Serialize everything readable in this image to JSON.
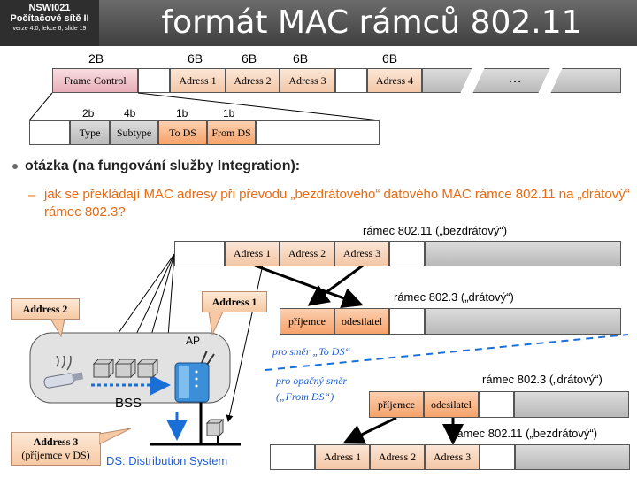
{
  "header": {
    "course_code": "NSWI021",
    "course_name": "Počítačové sítě II",
    "course_version": "verze 4.0, lekce 6, slide 19",
    "title": "formát MAC rámců 802.11"
  },
  "frame_format": {
    "size_labels": [
      "2B",
      "6B",
      "6B",
      "6B",
      "6B"
    ],
    "frame_control": "Frame Control",
    "adress1": "Adress 1",
    "adress2": "Adress 2",
    "adress3": "Adress 3",
    "adress4": "Adress 4",
    "ellipsis": "…"
  },
  "frame_control_fields": {
    "bit_labels": [
      "2b",
      "4b",
      "1b",
      "1b"
    ],
    "type": "Type",
    "subtype": "Subtype",
    "to_ds": "To DS",
    "from_ds": "From DS"
  },
  "question": {
    "bullet": "otázka (na fungování služby Integration):",
    "sub": "jak se překládají MAC adresy při převodu „bezdrátového“ datového MAC rámce 802.11 na „drátový“ rámec 802.3?"
  },
  "diagram": {
    "frame_80211_top_label": "rámec 802.11 („bezdrátový“)",
    "frame_8023_top_label": "rámec 802.3 („drátový“)",
    "frame_8023_bottom_label": "rámec 802.3 („drátový“)",
    "frame_80211_bottom_label": "rámec 802.11 („bezdrátový“)",
    "address1": "Adress 1",
    "address2": "Adress 2",
    "address3": "Adress 3",
    "prijemce": "příjemce",
    "odesilatel": "odesilatel",
    "to_ds_direction": "pro směr „To DS“",
    "from_ds_direction_1": "pro opačný směr",
    "from_ds_direction_2": "(„From DS“)",
    "callout_address2": "Address 2",
    "callout_address1": "Address 1",
    "callout_address3_1": "Address 3",
    "callout_address3_2": "(příjemce v DS)",
    "ap_label": "AP",
    "bss_label": "BSS",
    "ds_label": "DS: Distribution System"
  }
}
